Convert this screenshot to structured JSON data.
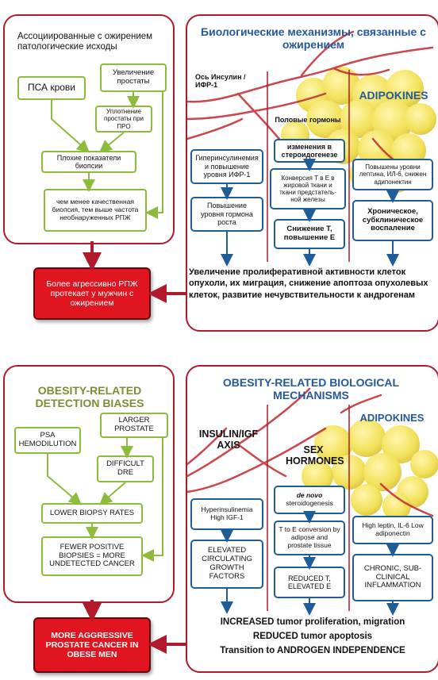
{
  "ru": {
    "left_title": "Ассоциированные с ожирением патологические исходы",
    "psa": "ПСА крови",
    "prostate": "Увеличение простаты",
    "compaction": "Уплотнение простаты при ПРО",
    "poor_biopsy": "Плохие показатели биопсии",
    "worse_biopsy": "чем менее качественная биопсия, тем выше частота необнаруженных РПЖ",
    "red_box": "Более агрессивно РПЖ протекает у мужчин с ожирением",
    "right_title": "Биологические механизмы, связанные с ожирением",
    "insulin_axis": "Ось Инсулин /ИФР-1",
    "sex_hormones": "Половые гормоны",
    "adipokines": "ADIPOKINES",
    "hyperinsulinemia": "Гиперинсулинемия и повышение уровня ИФР-1",
    "growth_hormone": "Повышение уровня гормона роста",
    "steroidogenesis": "изменения в стероидогенезе",
    "conversion": "Конверсия Т в Е в жировой ткани и ткани предстатель-ной железы",
    "reduced_t": "Снижение Т, повышение Е",
    "leptin": "Повышены уровни лептина, ИЛ-6, снижен адипонектин",
    "inflammation": "Хроническое, субклиническое воспаление",
    "bottom_text": "Увеличение пролиферативной активности клеток опухоли, их миграция, снижение апоптоза опухолевых клеток, развитие нечувствительности к андрогенам"
  },
  "en": {
    "left_title": "OBESITY-RELATED DETECTION BIASES",
    "psa": "PSA HEMODILUTION",
    "prostate": "LARGER PROSTATE",
    "dre": "DIFFICULT DRE",
    "biopsy_rates": "LOWER BIOPSY RATES",
    "fewer": "FEWER POSITIVE BIOPSIES = MORE UNDETECTED CANCER",
    "red_box": "MORE AGGRESSIVE PROSTATE CANCER IN OBESE MEN",
    "right_title": "OBESITY-RELATED BIOLOGICAL MECHANISMS",
    "insulin_axis": "INSULIN/IGF AXIS",
    "sex_hormones": "SEX HORMONES",
    "adipokines": "ADIPOKINES",
    "hyperinsulinemia": "Hyperinsulinemia High IGF-1",
    "growth": "ELEVATED CIRCULATING GROWTH FACTORS",
    "de_novo": "de novo",
    "steroidogenesis": "steroidogenesis",
    "conversion": "T to E conversion by adipose and prostate tissue",
    "reduced_t": "REDUCED T, ELEVATED E",
    "leptin": "High leptin, IL-6 Low adiponectin",
    "inflammation": "CHRONIC, SUB-CLINICAL INFLAMMATION",
    "bottom_1": "INCREASED tumor proliferation, migration",
    "bottom_2": "REDUCED tumor apoptosis",
    "bottom_3": "Transition to ANDROGEN INDEPENDENCE"
  },
  "colors": {
    "panel_border": "#b01a2a",
    "green_border": "#8dbb3c",
    "blue_border": "#1f5d96",
    "red_fill": "#e0151f",
    "olive_title": "#7e8d34",
    "blue_title": "#25589a"
  }
}
